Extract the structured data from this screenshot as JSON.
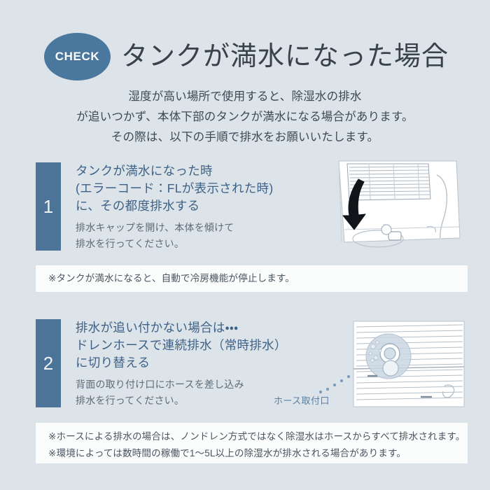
{
  "header": {
    "badge_label": "CHECK",
    "title": "タンクが満水になった場合",
    "badge_color": "#4a779e",
    "title_color": "#39424a"
  },
  "intro": {
    "line1": "湿度が高い場所で使用すると、除湿水の排水",
    "line2": "が追いつかず、本体下部のタンクが満水になる場合があります。",
    "line3": "その際は、以下の手順で排水をお願いいたします。"
  },
  "steps": [
    {
      "number": "1",
      "head_line1": "タンクが満水になった時",
      "head_line2": "(エラーコード：FLが表示された時)",
      "head_line3": "に、その都度排水する",
      "sub_line1": "排水キャップを開け、本体を傾けて",
      "sub_line2": "排水を行ってください。",
      "image_alt": "air-conditioner-drain-cap-photo"
    },
    {
      "number": "2",
      "head_line1": "排水が追い付かない場合は・・・",
      "head_line2": "ドレンホースで連続排水（常時排水）",
      "head_line3": "に切り替える",
      "sub_line1": "背面の取り付け口にホースを差し込み",
      "sub_line2": "排水を行ってください。",
      "image_alt": "rear-panel-hose-port-photo"
    }
  ],
  "notes": {
    "note1_line1": "※タンクが満水になると、自動で冷房機能が停止します。",
    "note2_line1": "※ホースによる排水の場合は、ノンドレン方式ではなく除湿水はホースからすべて排水されます。",
    "note2_line2": "※環境によっては数時間の稼働で1～5L以上の除湿水が排水される場合があります。"
  },
  "callouts": {
    "hose_port_label": "ホース取付口"
  },
  "colors": {
    "background": "#dce3e9",
    "accent_blue": "#4c7398",
    "step_head_text": "#3e6287",
    "note_background": "#fbfdfd"
  }
}
